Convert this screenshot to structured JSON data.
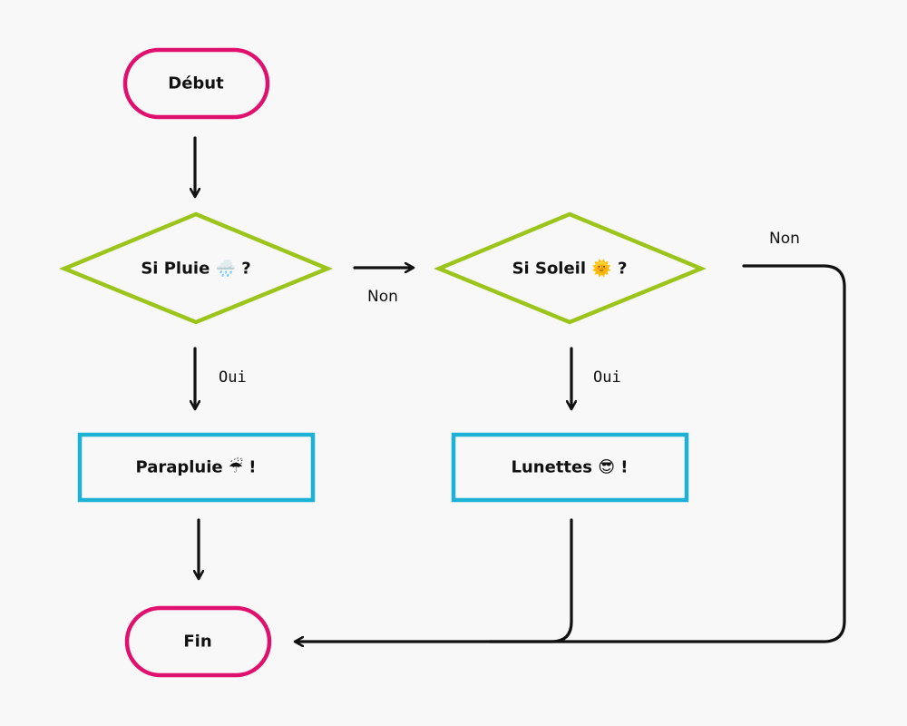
{
  "nodes": {
    "start": {
      "label": "Début"
    },
    "rain_decision": {
      "label": "Si Pluie 🌧️ ?"
    },
    "sun_decision": {
      "label": "Si Soleil 🌞 ?"
    },
    "umbrella": {
      "label": "Parapluie ☔ !"
    },
    "glasses": {
      "label": "Lunettes 😎 !"
    },
    "end": {
      "label": "Fin"
    }
  },
  "edges": {
    "rain_yes": "Oui",
    "rain_no": "Non",
    "sun_yes": "Oui",
    "sun_no": "Non"
  },
  "colors": {
    "terminal": "#e0106e",
    "decision": "#9cc51c",
    "process": "#1eb1d6",
    "arrow": "#111111",
    "background": "#f8f8f8"
  }
}
